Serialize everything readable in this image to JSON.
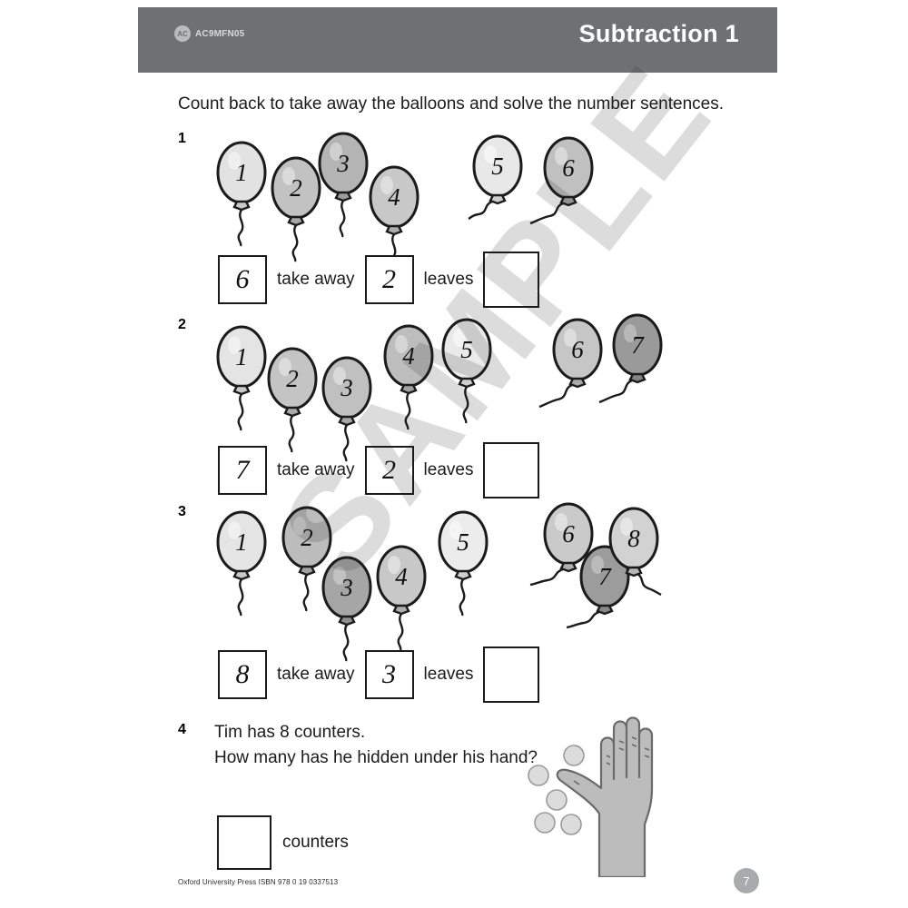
{
  "header": {
    "curriculum_code": "AC9MFN05",
    "logo_text": "AC",
    "title": "Subtraction 1"
  },
  "instruction": "Count back to take away the balloons and solve the number sentences.",
  "questions": [
    {
      "number": "1",
      "balloons_kept": [
        {
          "label": "1",
          "shade": "#e2e2e2"
        },
        {
          "label": "2",
          "shade": "#c2c2c2"
        },
        {
          "label": "3",
          "shade": "#b4b4b4"
        },
        {
          "label": "4",
          "shade": "#c8c8c8"
        }
      ],
      "balloons_away": [
        {
          "label": "5",
          "shade": "#e8e8e8"
        },
        {
          "label": "6",
          "shade": "#c0c0c0"
        }
      ],
      "sentence": {
        "minuend": "6",
        "operator_label": "take away",
        "subtrahend": "2",
        "result_label": "leaves",
        "answer": ""
      }
    },
    {
      "number": "2",
      "balloons_kept": [
        {
          "label": "1",
          "shade": "#e4e4e4"
        },
        {
          "label": "2",
          "shade": "#c4c4c4"
        },
        {
          "label": "3",
          "shade": "#c0c0c0"
        },
        {
          "label": "4",
          "shade": "#bdbdbd"
        },
        {
          "label": "5",
          "shade": "#eaeaea"
        }
      ],
      "balloons_away": [
        {
          "label": "6",
          "shade": "#c6c6c6"
        },
        {
          "label": "7",
          "shade": "#9a9a9a"
        }
      ],
      "sentence": {
        "minuend": "7",
        "operator_label": "take away",
        "subtrahend": "2",
        "result_label": "leaves",
        "answer": ""
      }
    },
    {
      "number": "3",
      "balloons_kept": [
        {
          "label": "1",
          "shade": "#e4e4e4"
        },
        {
          "label": "2",
          "shade": "#bcbcbc"
        },
        {
          "label": "3",
          "shade": "#a6a6a6"
        },
        {
          "label": "4",
          "shade": "#c8c8c8"
        },
        {
          "label": "5",
          "shade": "#ececec"
        }
      ],
      "balloons_away": [
        {
          "label": "6",
          "shade": "#cacaca"
        },
        {
          "label": "7",
          "shade": "#9c9c9c"
        },
        {
          "label": "8",
          "shade": "#d2d2d2"
        }
      ],
      "sentence": {
        "minuend": "8",
        "operator_label": "take away",
        "subtrahend": "3",
        "result_label": "leaves",
        "answer": ""
      }
    }
  ],
  "question4": {
    "number": "4",
    "line1": "Tim has 8 counters.",
    "line2": "How many has he hidden under his hand?",
    "answer": "",
    "answer_label": "counters",
    "visible_counters": 5
  },
  "watermark": "SAMPLE",
  "footer": {
    "imprint": "Oxford University Press ISBN 978 0 19 0337513",
    "page_number": "7"
  },
  "colors": {
    "header_band": "#6e7072",
    "page_badge": "#a8abad",
    "ink": "#1b1b1b"
  }
}
